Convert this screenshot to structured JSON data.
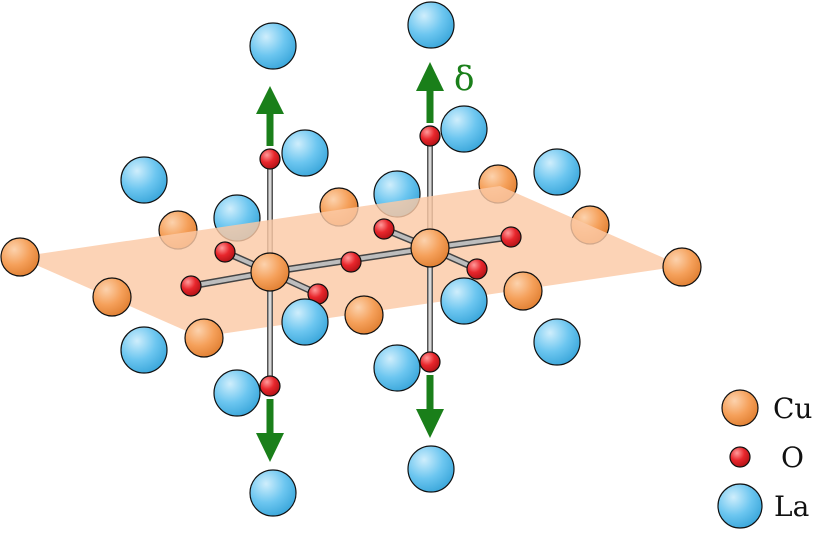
{
  "diagram": {
    "delta_symbol": "δ",
    "legend": [
      {
        "label": "Cu",
        "icon": "cu-atom-icon"
      },
      {
        "label": "O",
        "icon": "o-atom-icon"
      },
      {
        "label": "La",
        "icon": "la-atom-icon"
      }
    ]
  },
  "colors": {
    "cu_fill": "#f5a05a",
    "o_fill": "#e8262c",
    "la_fill": "#6cc6f0",
    "plane_fill": "#fbc9a6",
    "arrow": "#1a7f1a",
    "bond": "#9a9a9a"
  }
}
